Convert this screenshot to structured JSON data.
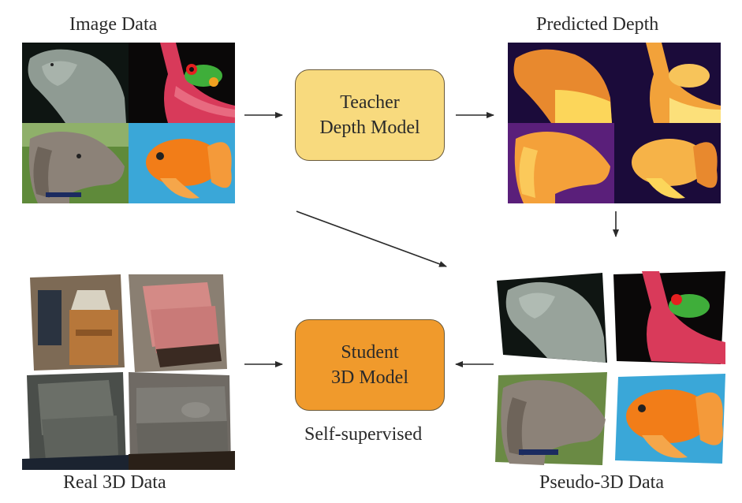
{
  "labels": {
    "image_data": "Image Data",
    "predicted_depth": "Predicted Depth",
    "real_3d_data": "Real 3D Data",
    "pseudo_3d_data": "Pseudo-3D Data",
    "self_supervised": "Self-supervised"
  },
  "teacher": {
    "line1": "Teacher",
    "line2": "Depth Model",
    "fill": "#f8da7e"
  },
  "student": {
    "line1": "Student",
    "line2": "3D Model",
    "fill": "#f09a2c"
  },
  "image_tiles": [
    "manatee",
    "tree-frog",
    "weimaraner-dog",
    "goldfish"
  ],
  "depth_tiles": [
    "manatee-depth",
    "tree-frog-depth",
    "dog-depth",
    "goldfish-depth"
  ],
  "real_3d_tiles": [
    "room-cabinet",
    "pink-armchair",
    "gray-armchair",
    "gray-sofa"
  ],
  "pseudo_3d_tiles": [
    "manatee-3d",
    "tree-frog-3d",
    "dog-3d",
    "goldfish-3d"
  ],
  "colors": {
    "arrow": "#2a2a2a",
    "depth_dark": "#1b0b3a",
    "depth_bright": "#fcd65a"
  }
}
